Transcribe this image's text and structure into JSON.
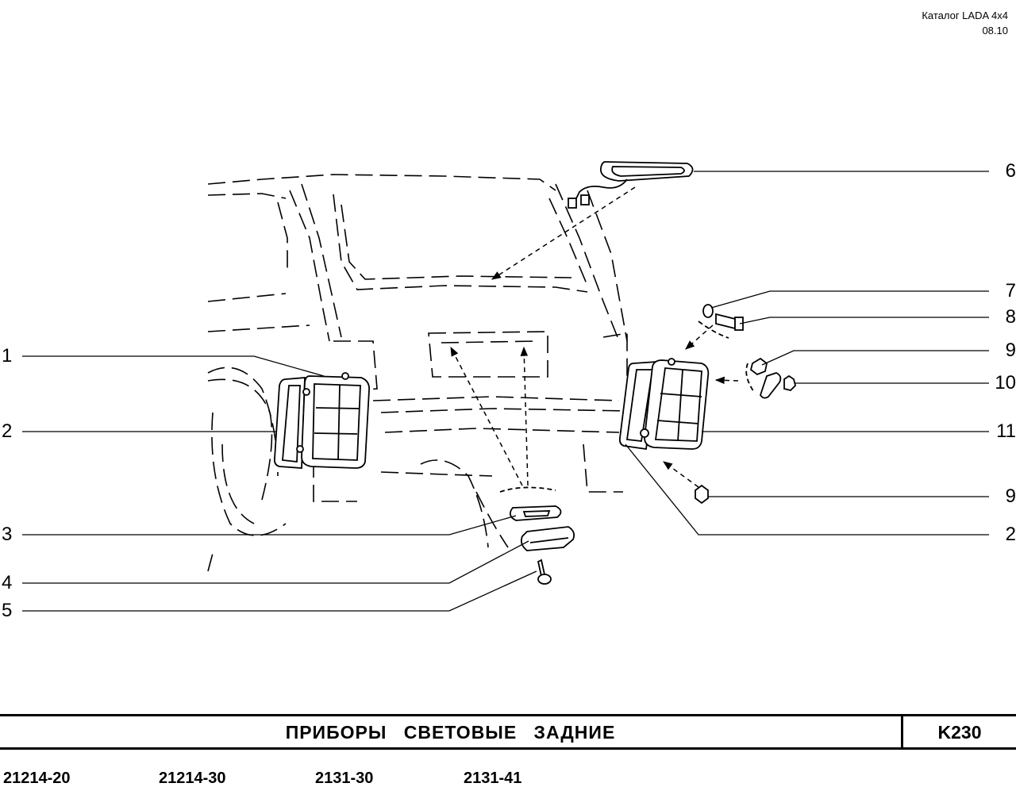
{
  "header": {
    "catalog": "Каталог  LADA  4х4",
    "date": "08.10"
  },
  "callouts": {
    "left": [
      "1",
      "2",
      "3",
      "4",
      "5"
    ],
    "right": [
      "6",
      "7",
      "8",
      "9",
      "10",
      "11",
      "9",
      "2"
    ]
  },
  "title_block": {
    "title": "ПРИБОРЫ   СВЕТОВЫЕ   ЗАДНИЕ",
    "code": "K230"
  },
  "models": [
    "21214-20",
    "21214-30",
    "2131-30",
    "2131-41"
  ]
}
